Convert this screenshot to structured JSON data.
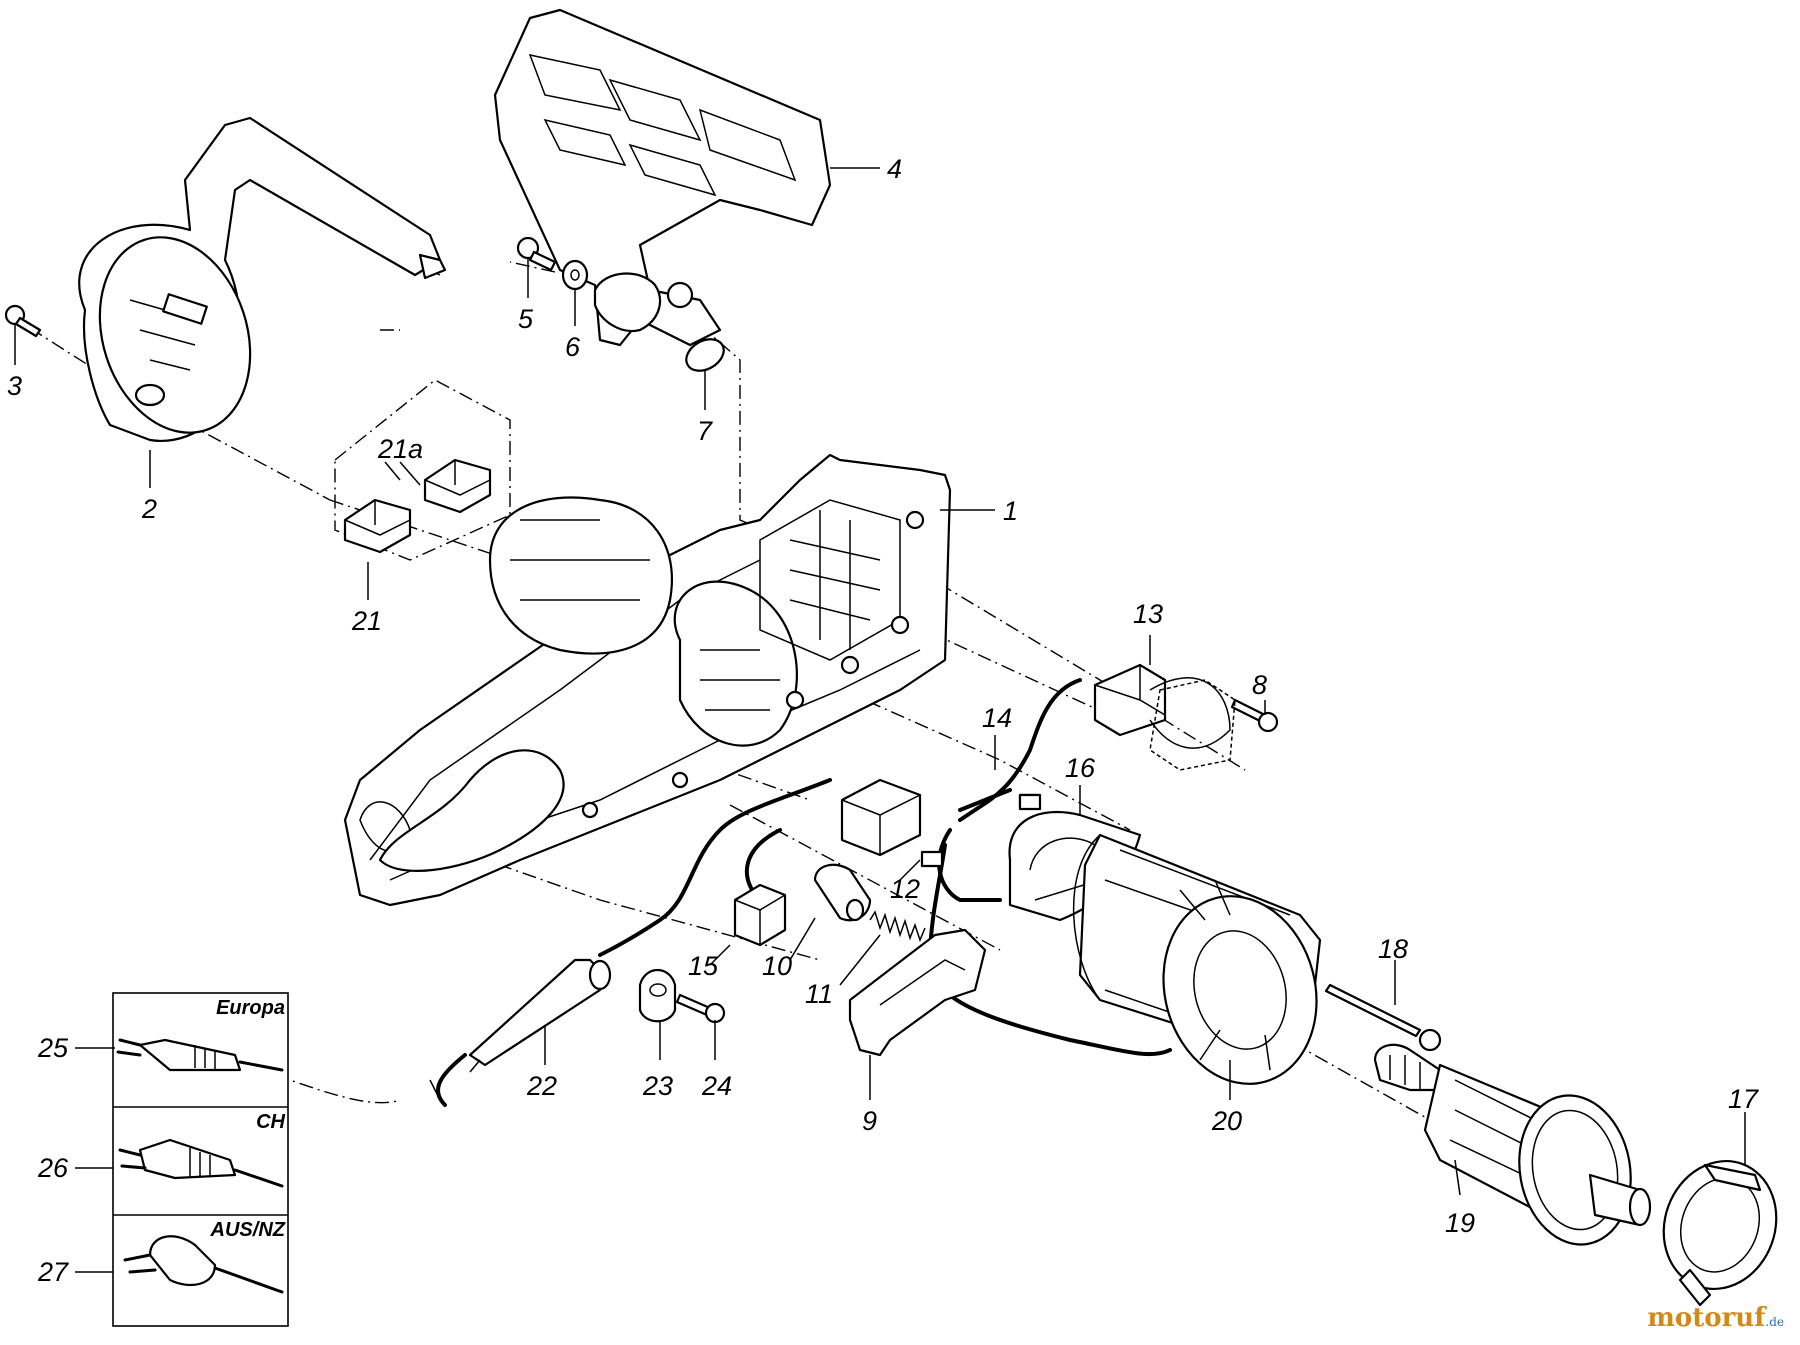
{
  "callouts": {
    "p1": "1",
    "p2": "2",
    "p3": "3",
    "p4": "4",
    "p5": "5",
    "p6": "6",
    "p7": "7",
    "p8": "8",
    "p9": "9",
    "p10": "10",
    "p11": "11",
    "p12": "12",
    "p13": "13",
    "p14": "14",
    "p15": "15",
    "p16": "16",
    "p17": "17",
    "p18": "18",
    "p19": "19",
    "p20": "20",
    "p21": "21",
    "p21a": "21a",
    "p22": "22",
    "p23": "23",
    "p24": "24",
    "p25": "25",
    "p26": "26",
    "p27": "27"
  },
  "plug_variants": {
    "europa": "Europa",
    "ch": "CH",
    "ausnz": "AUS/NZ"
  },
  "watermark": {
    "brand": "motoruf",
    "suffix": ".de",
    "colors": [
      "#d08a1a",
      "#2a6aa8"
    ]
  }
}
